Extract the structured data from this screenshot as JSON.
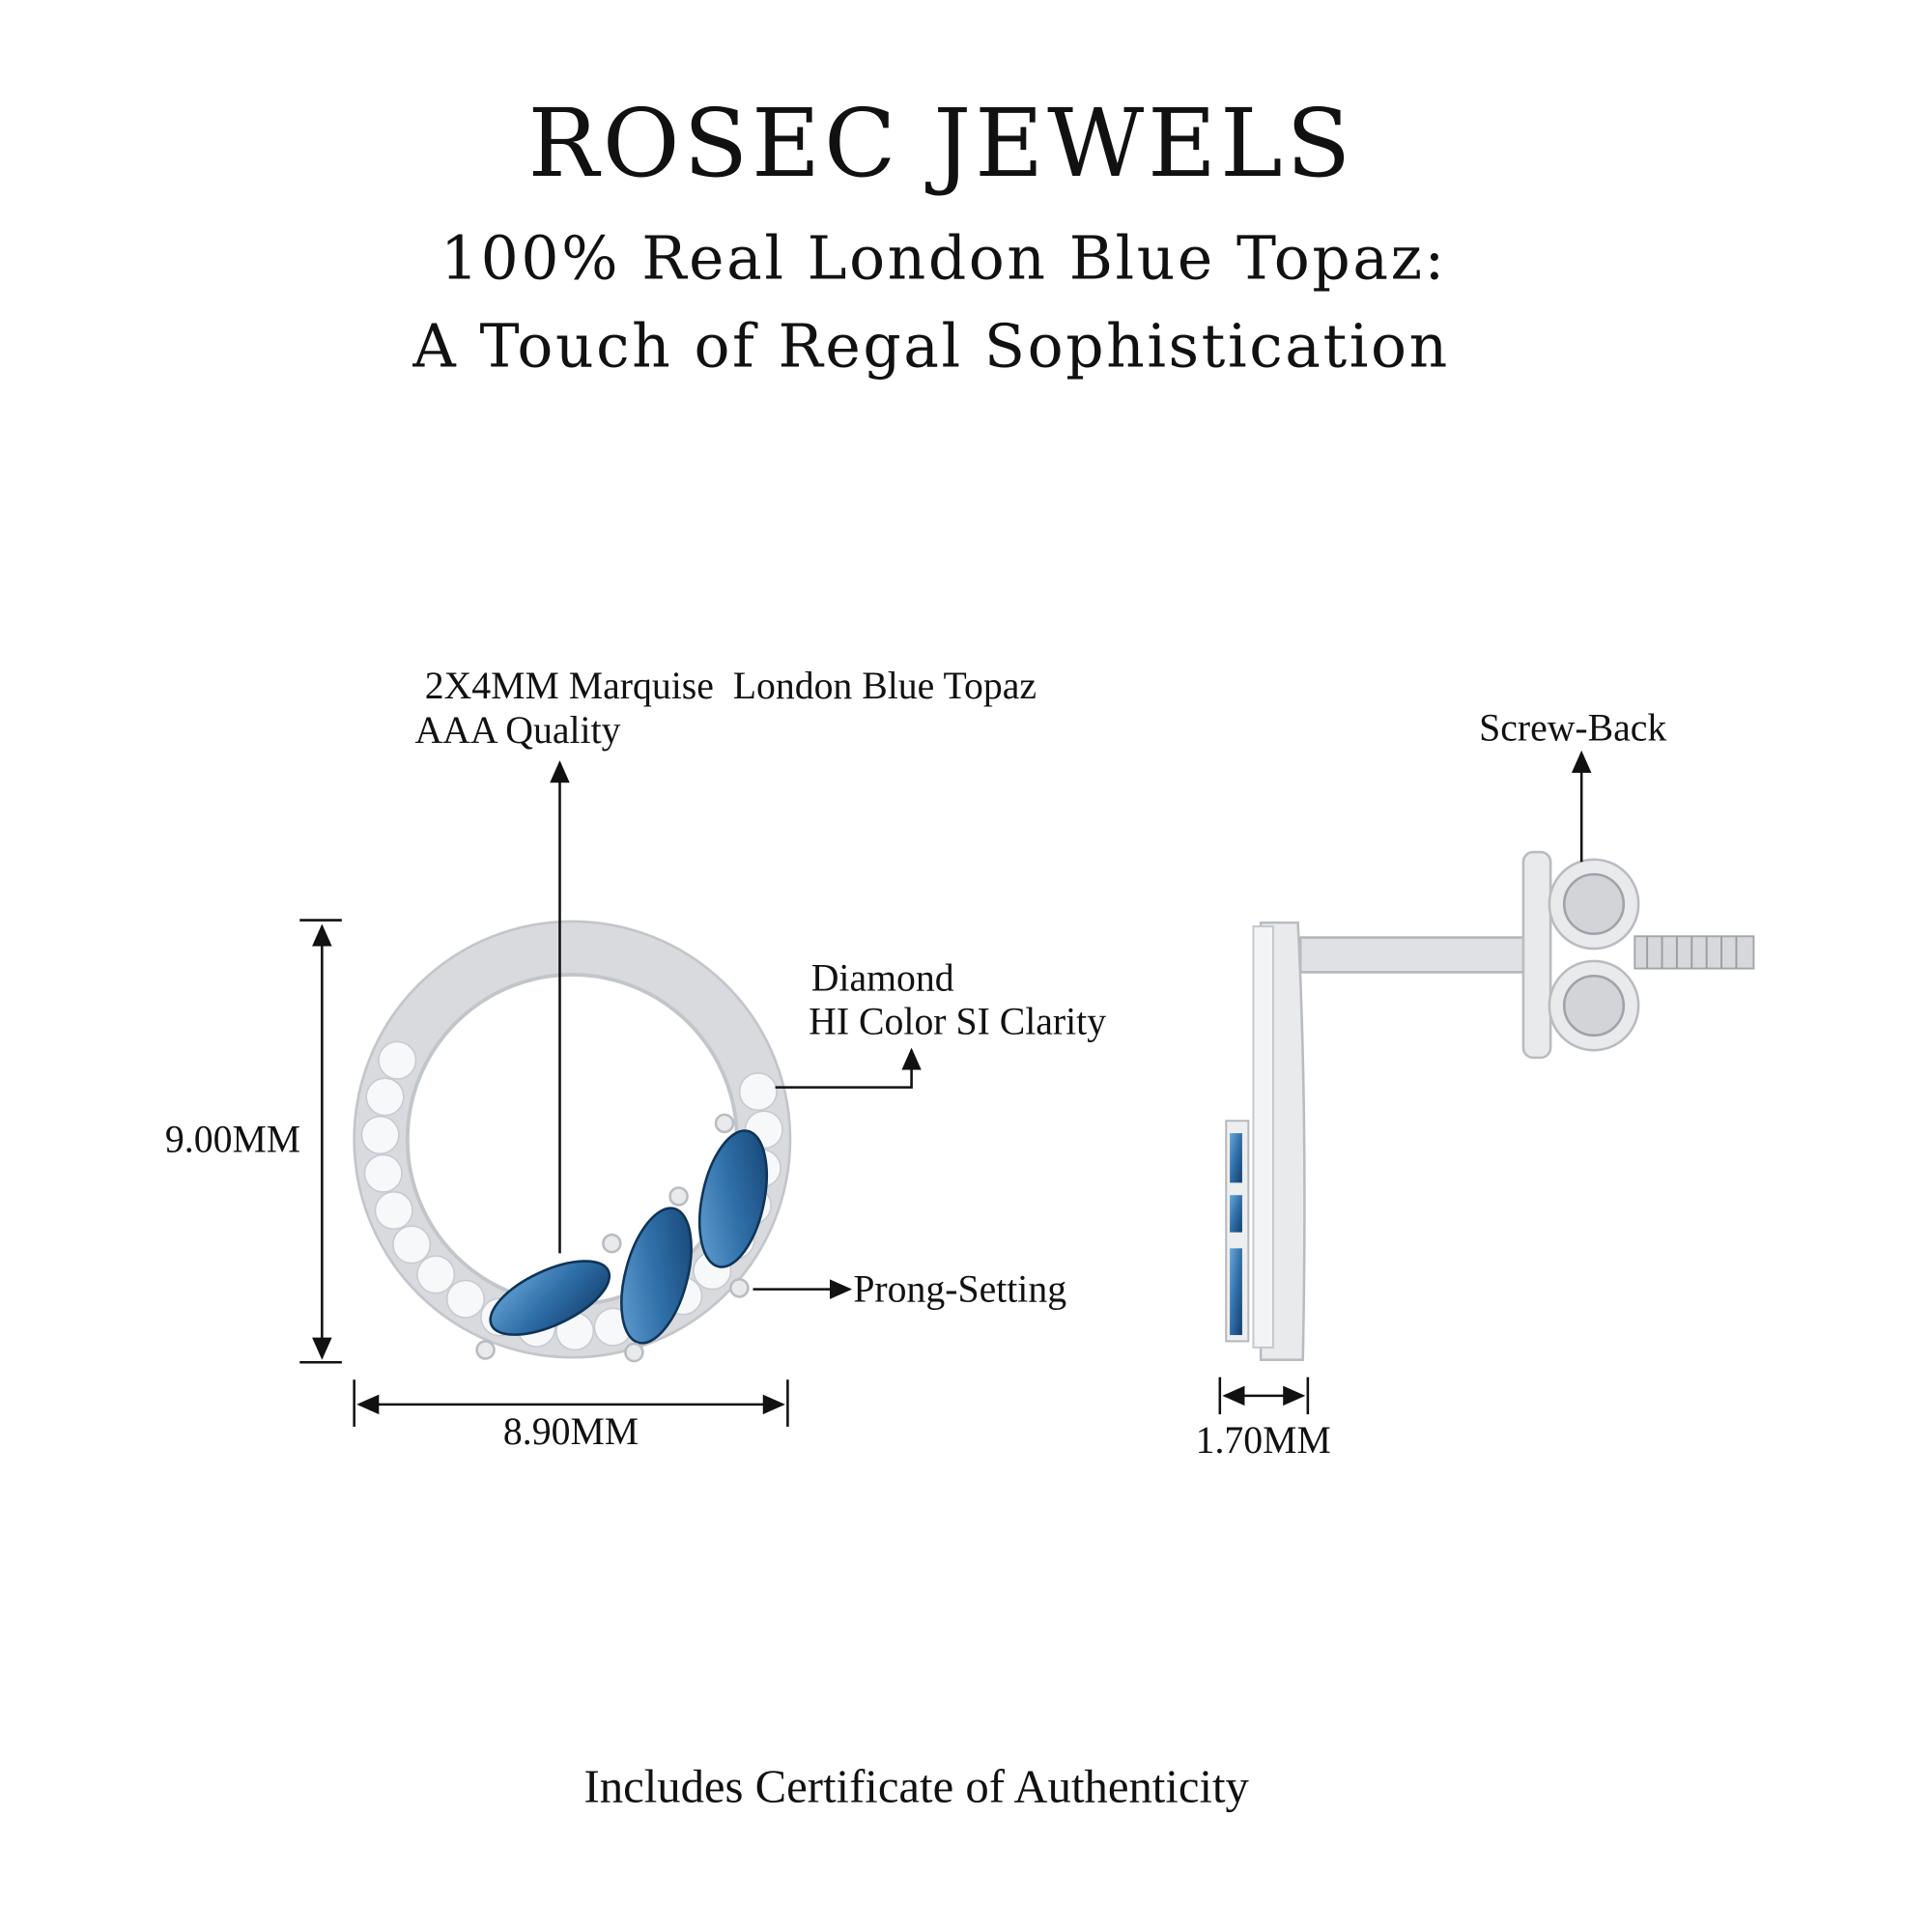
{
  "header": {
    "brand": "ROSEC JEWELS",
    "subtitle_line1": "100% Real London Blue Topaz:",
    "subtitle_line2": "A Touch of Regal Sophistication"
  },
  "annotations": {
    "gemstone_line1": "2X4MM Marquise  London Blue Topaz",
    "gemstone_line2": "AAA Quality",
    "diamond_line1": "Diamond",
    "diamond_line2": "HI Color SI Clarity",
    "prong": "Prong-Setting",
    "screw_back": "Screw-Back",
    "height": "9.00MM",
    "width": "8.90MM",
    "depth": "1.70MM"
  },
  "footer": {
    "certificate": "Includes Certificate of Authenticity"
  },
  "colors": {
    "topaz": "#2f6fa8",
    "metal": "#e9eaec"
  }
}
